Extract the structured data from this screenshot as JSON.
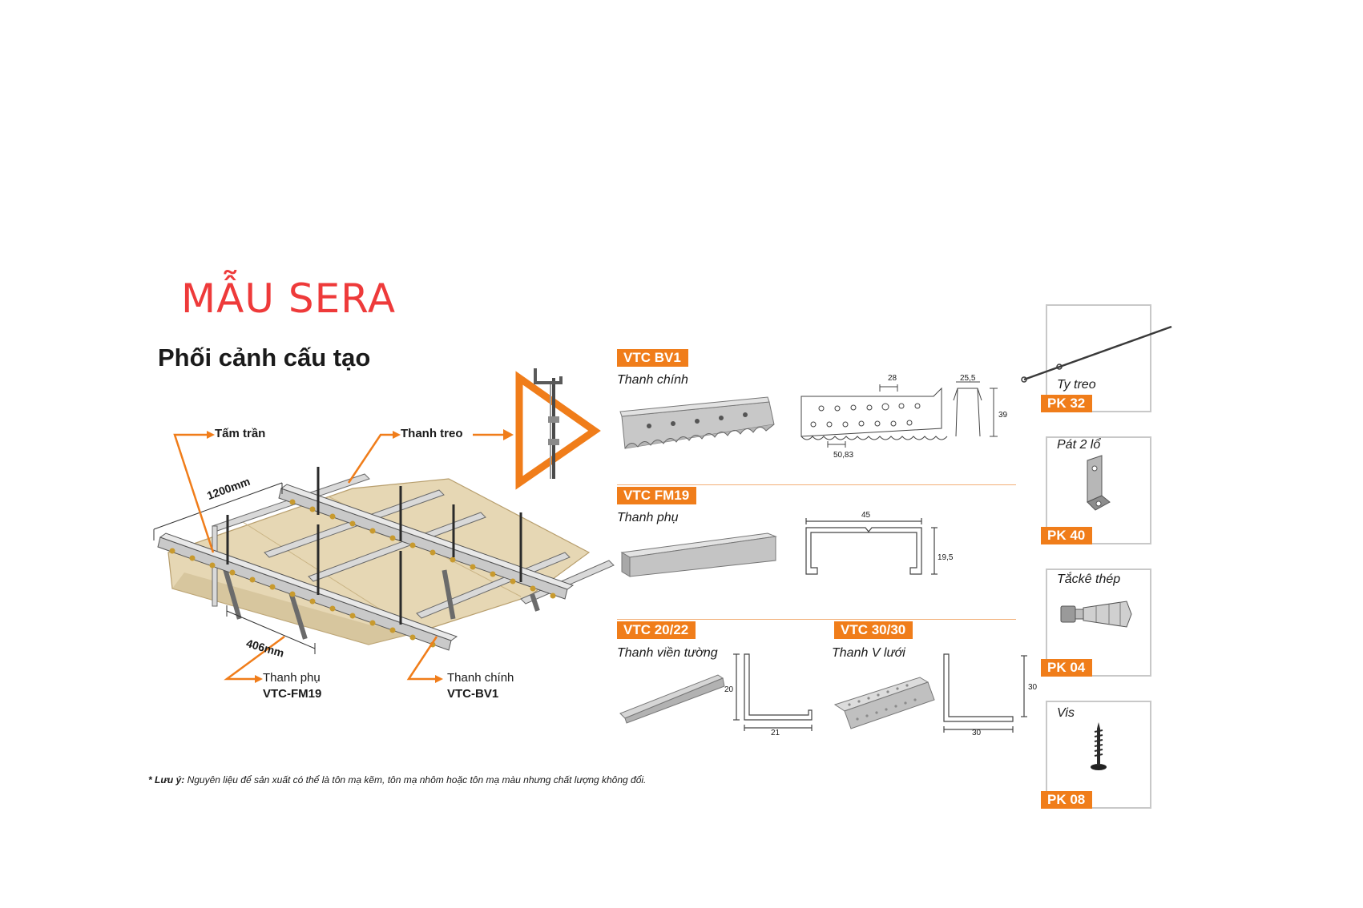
{
  "brand_title": "MẪU SERA",
  "section_title": "Phối cảnh cấu tạo",
  "diagram": {
    "labels": {
      "tam_tran": "Tấm trần",
      "thanh_treo": "Thanh treo",
      "dim_1200": "1200mm",
      "dim_406": "406mm",
      "thanh_phu": "Thanh phụ",
      "thanh_phu_code": "VTC-FM19",
      "thanh_chinh": "Thanh chính",
      "thanh_chinh_code": "VTC-BV1"
    },
    "accent_color": "#f07d1a"
  },
  "products": [
    {
      "tag": "VTC BV1",
      "name": "Thanh chính",
      "dims": [
        "28",
        "25,5",
        "39",
        "50,83"
      ]
    },
    {
      "tag": "VTC FM19",
      "name": "Thanh phụ",
      "dims": [
        "45",
        "19,5"
      ]
    },
    {
      "tag": "VTC 20/22",
      "name": "Thanh viền tường",
      "dims": [
        "20",
        "21"
      ]
    },
    {
      "tag": "VTC 30/30",
      "name": "Thanh V lưới",
      "dims": [
        "30",
        "30"
      ]
    }
  ],
  "accessories": [
    {
      "name": "Ty treo",
      "code": "PK 32",
      "icon": "hanger-rod-icon"
    },
    {
      "name": "Pát 2 lổ",
      "code": "PK 40",
      "icon": "bracket-icon"
    },
    {
      "name": "Tắckê thép",
      "code": "PK 04",
      "icon": "anchor-bolt-icon"
    },
    {
      "name": "Vis",
      "code": "PK 08",
      "icon": "screw-icon"
    }
  ],
  "note": {
    "prefix": "* Lưu ý:",
    "text": "Nguyên liệu để sản xuất có thể là tôn mạ kẽm, tôn mạ nhôm hoặc tôn mạ màu nhưng chất lượng không đổi."
  }
}
